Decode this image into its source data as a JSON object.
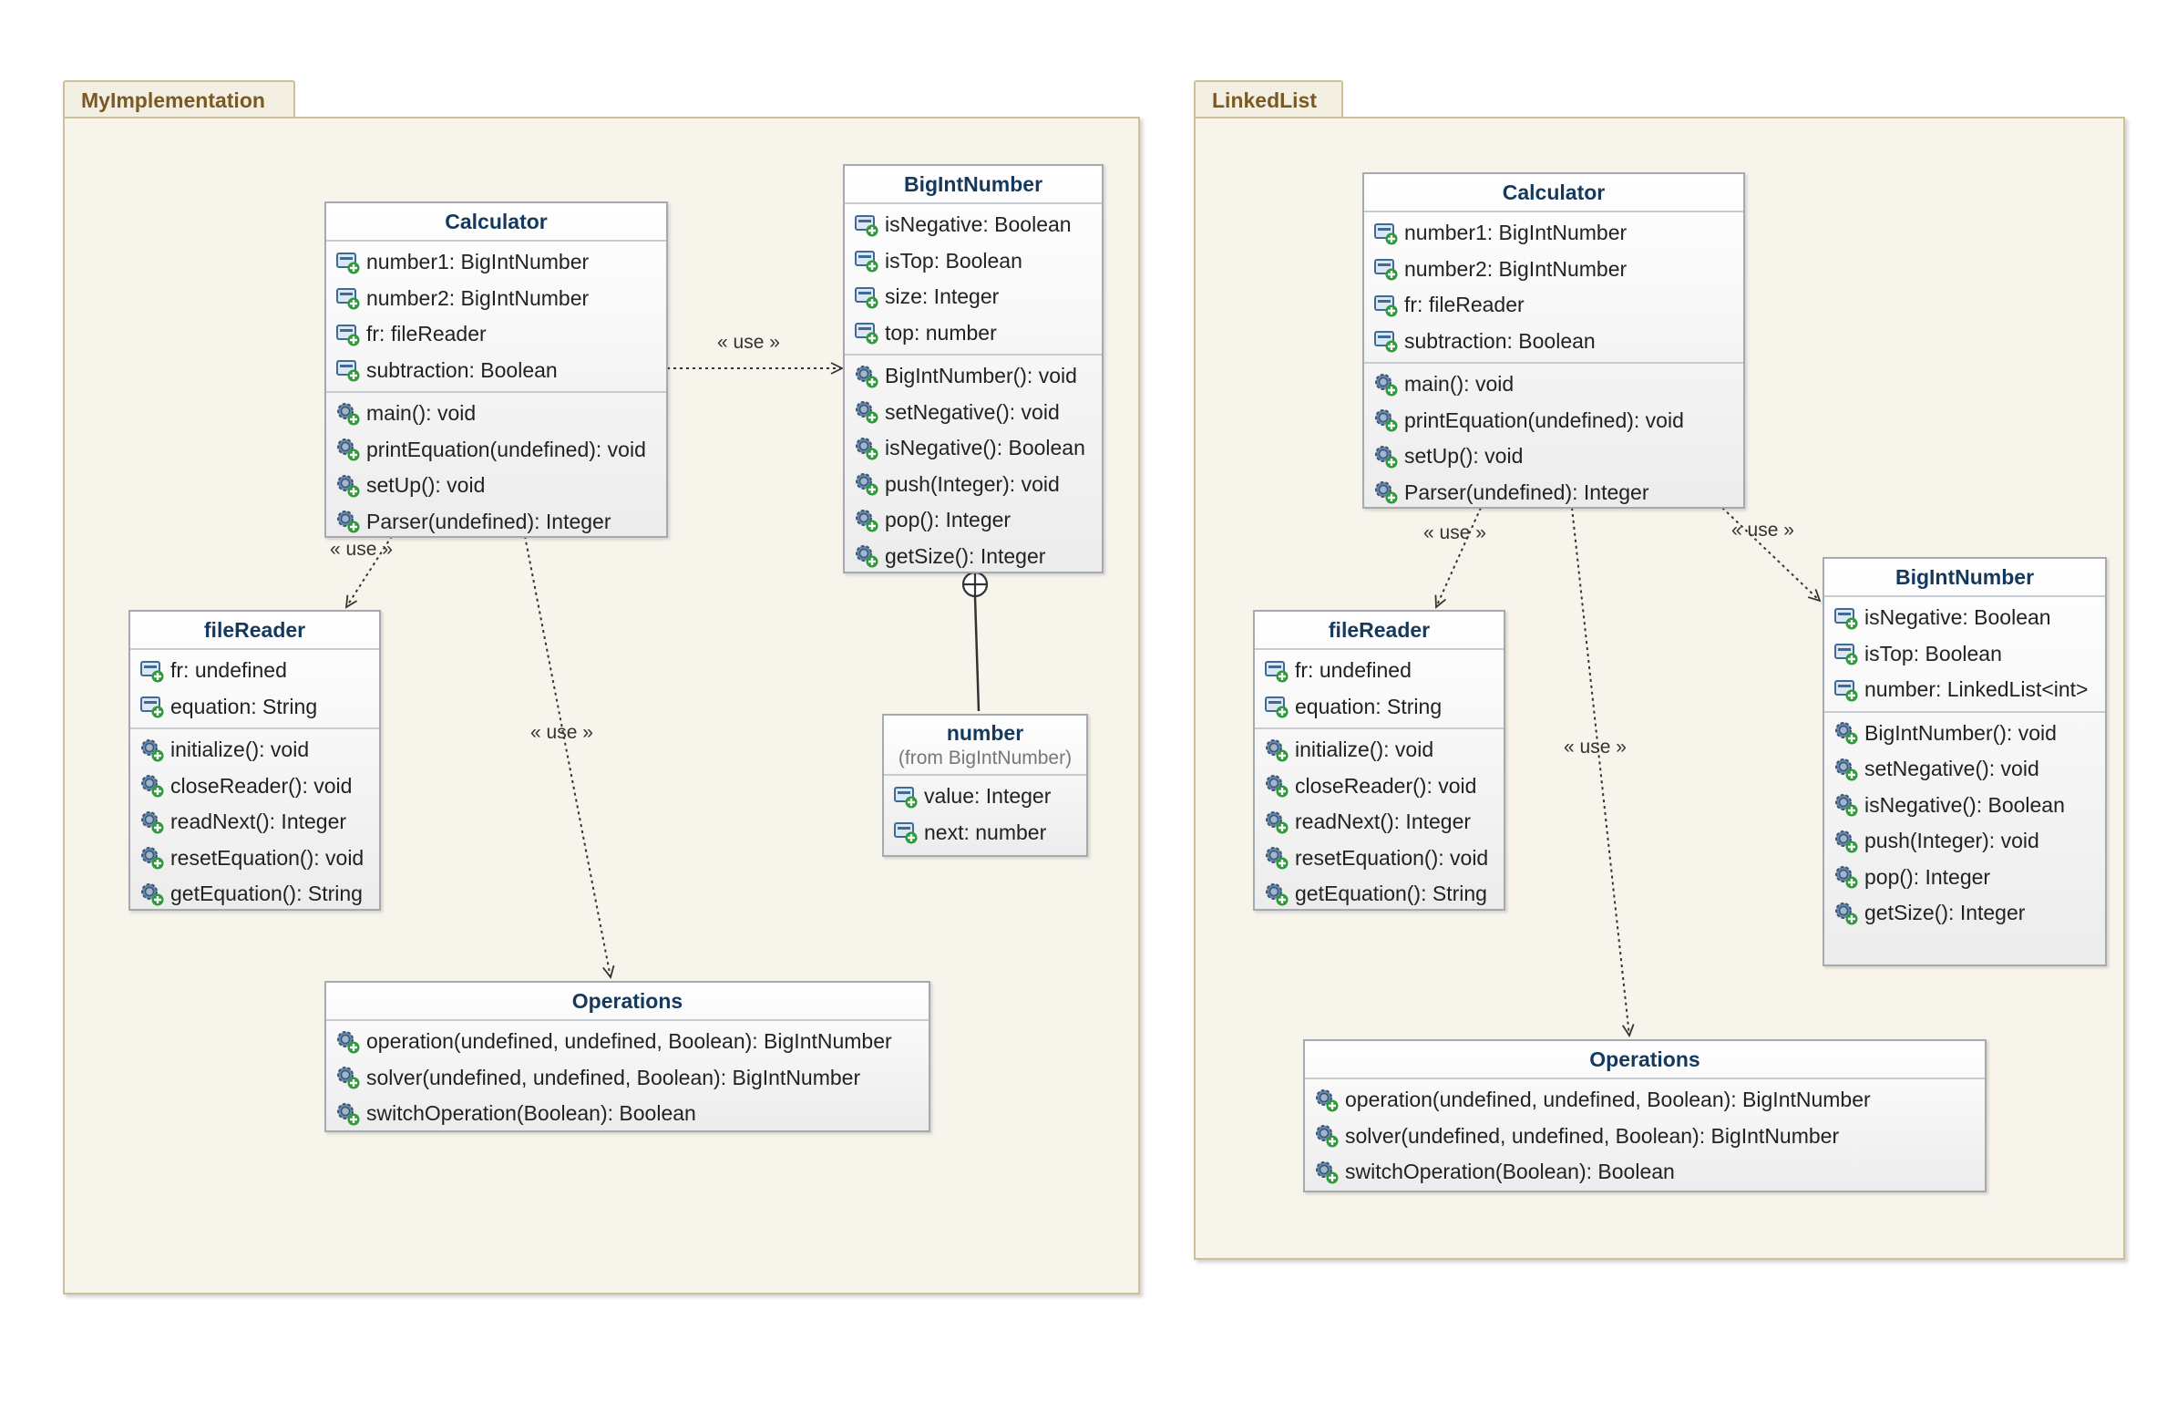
{
  "packages": [
    {
      "name": "MyImplementation",
      "classes": {
        "calculator": {
          "name": "Calculator",
          "attributes": [
            "number1: BigIntNumber",
            "number2: BigIntNumber",
            "fr: fileReader",
            "subtraction: Boolean"
          ],
          "operations": [
            "main(): void",
            "printEquation(undefined): void",
            "setUp(): void",
            "Parser(undefined): Integer"
          ]
        },
        "bigint": {
          "name": "BigIntNumber",
          "attributes": [
            "isNegative: Boolean",
            "isTop: Boolean",
            "size: Integer",
            "top: number"
          ],
          "operations": [
            "BigIntNumber(): void",
            "setNegative(): void",
            "isNegative(): Boolean",
            "push(Integer): void",
            "pop(): Integer",
            "getSize(): Integer"
          ]
        },
        "filereader": {
          "name": "fileReader",
          "attributes": [
            "fr: undefined",
            "equation: String"
          ],
          "operations": [
            "initialize(): void",
            "closeReader(): void",
            "readNext(): Integer",
            "resetEquation(): void",
            "getEquation(): String"
          ]
        },
        "number": {
          "name": "number",
          "subtitle": "(from BigIntNumber)",
          "attributes": [
            "value: Integer",
            "next: number"
          ],
          "operations": []
        },
        "operations": {
          "name": "Operations",
          "attributes": [],
          "operations": [
            "operation(undefined, undefined, Boolean): BigIntNumber",
            "solver(undefined, undefined, Boolean): BigIntNumber",
            "switchOperation(Boolean): Boolean"
          ]
        }
      },
      "use_labels": [
        "« use »",
        "« use »",
        "« use »"
      ]
    },
    {
      "name": "LinkedList",
      "classes": {
        "calculator": {
          "name": "Calculator",
          "attributes": [
            "number1: BigIntNumber",
            "number2: BigIntNumber",
            "fr: fileReader",
            "subtraction: Boolean"
          ],
          "operations": [
            "main(): void",
            "printEquation(undefined): void",
            "setUp(): void",
            "Parser(undefined): Integer"
          ]
        },
        "bigint": {
          "name": "BigIntNumber",
          "attributes": [
            "isNegative: Boolean",
            "isTop: Boolean",
            "number: LinkedList<int>"
          ],
          "operations": [
            "BigIntNumber(): void",
            "setNegative(): void",
            "isNegative(): Boolean",
            "push(Integer): void",
            "pop(): Integer",
            "getSize(): Integer"
          ]
        },
        "filereader": {
          "name": "fileReader",
          "attributes": [
            "fr: undefined",
            "equation: String"
          ],
          "operations": [
            "initialize(): void",
            "closeReader(): void",
            "readNext(): Integer",
            "resetEquation(): void",
            "getEquation(): String"
          ]
        },
        "operations": {
          "name": "Operations",
          "attributes": [],
          "operations": [
            "operation(undefined, undefined, Boolean): BigIntNumber",
            "solver(undefined, undefined, Boolean): BigIntNumber",
            "switchOperation(Boolean): Boolean"
          ]
        }
      },
      "use_labels": [
        "« use »",
        "« use »",
        "« use »"
      ]
    }
  ],
  "icons": {
    "attribute": "field-icon",
    "operation": "method-gear-icon"
  },
  "colors": {
    "package_border": "#cdbf99",
    "package_fill": "#f7f4ec",
    "package_title": "#7a5a22",
    "class_title": "#15395e",
    "class_border": "#a5aab0"
  }
}
